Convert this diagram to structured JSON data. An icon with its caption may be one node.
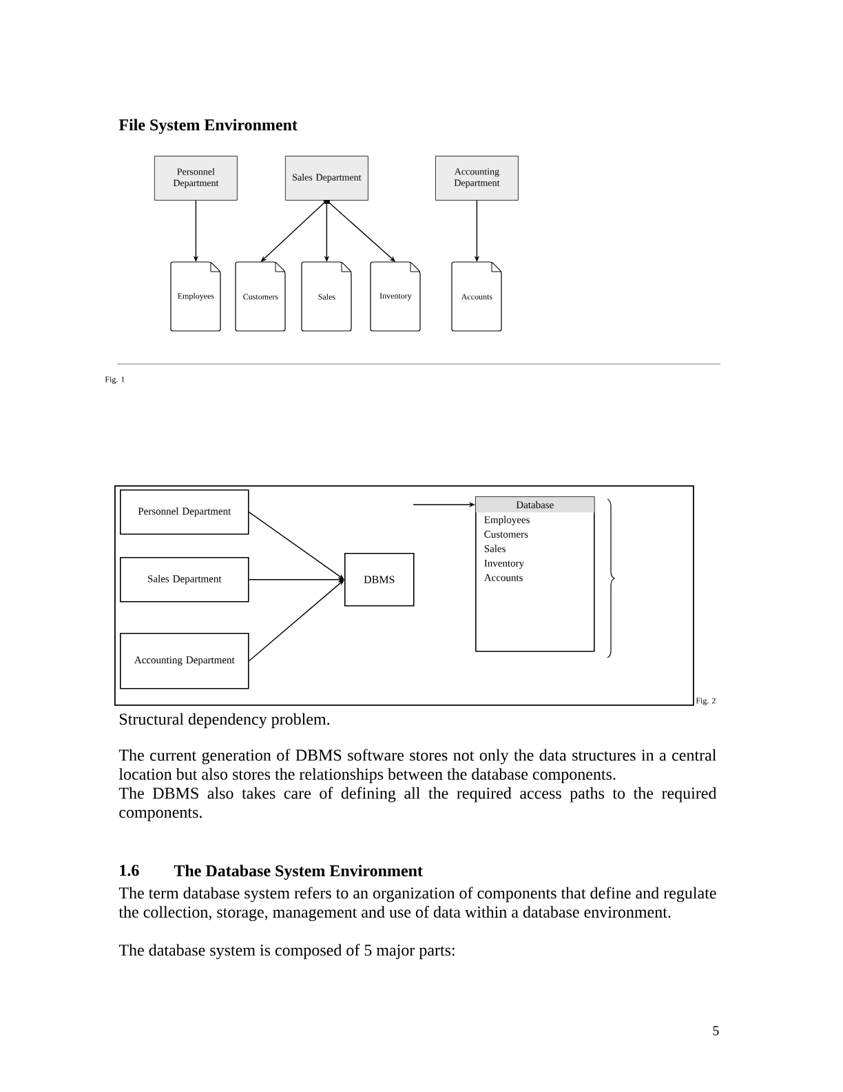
{
  "diagram": {
    "title": "File System Environment",
    "nodes": [
      {
        "text": [
          "Personnel Department"
        ]
      },
      {
        "text": [
          "Sales Department"
        ]
      },
      {
        "text": [
          "Accounting Department"
        ]
      },
      {
        "text": [
          "Employees"
        ]
      },
      {
        "text": [
          "Customers"
        ]
      },
      {
        "text": [
          "Sales"
        ]
      },
      {
        "text": [
          "Inventory"
        ]
      },
      {
        "text": [
          "Accounts"
        ]
      },
      {
        "text": [],
        "shape": "box"
      },
      {
        "text": [
          "Personnel Department"
        ],
        "in": 8
      },
      {
        "text": [
          "Sales Department"
        ],
        "in": 8
      },
      {
        "text": [
          "Accounting Department"
        ],
        "in": 8
      },
      {
        "text": [
          "DBMS"
        ],
        "in": 8
      },
      {
        "text": [
          "Database",
          "Employees",
          "Customers",
          "Sales",
          "Inventory",
          "Accounts"
        ],
        "in": 8
      }
    ],
    "edges": [
      {
        "from": 0,
        "to": 3,
        "arrow": "to"
      },
      {
        "from": 1,
        "to": 4,
        "arrow": "to"
      },
      {
        "from": 1,
        "to": 5,
        "arrow": "to"
      },
      {
        "from": 1,
        "to": 6,
        "arrow": "to"
      },
      {
        "from": 2,
        "to": 7,
        "arrow": "to"
      },
      {
        "from": 9,
        "to": 12,
        "arrow": "to"
      },
      {
        "from": 10,
        "to": 12,
        "arrow": "to"
      },
      {
        "from": 11,
        "to": 12,
        "arrow": "to"
      },
      {
        "from": null,
        "to": 13,
        "arrow": "to"
      }
    ],
    "labels": [
      "Fig. 1",
      "Fig. 2",
      "Structural dependency problem.",
      "The current generation of DBMS software stores not only the data structures in a central location but also stores the relationships between the database components.",
      "The DBMS also takes care of defining all the required access paths to the required components.",
      "1.6",
      "The Database System Environment",
      "The term database system refers to an organization of components that define and regulate the collection, storage, management and use of data within a database environment.",
      "The database system is composed of 5 major parts:",
      "5"
    ]
  }
}
